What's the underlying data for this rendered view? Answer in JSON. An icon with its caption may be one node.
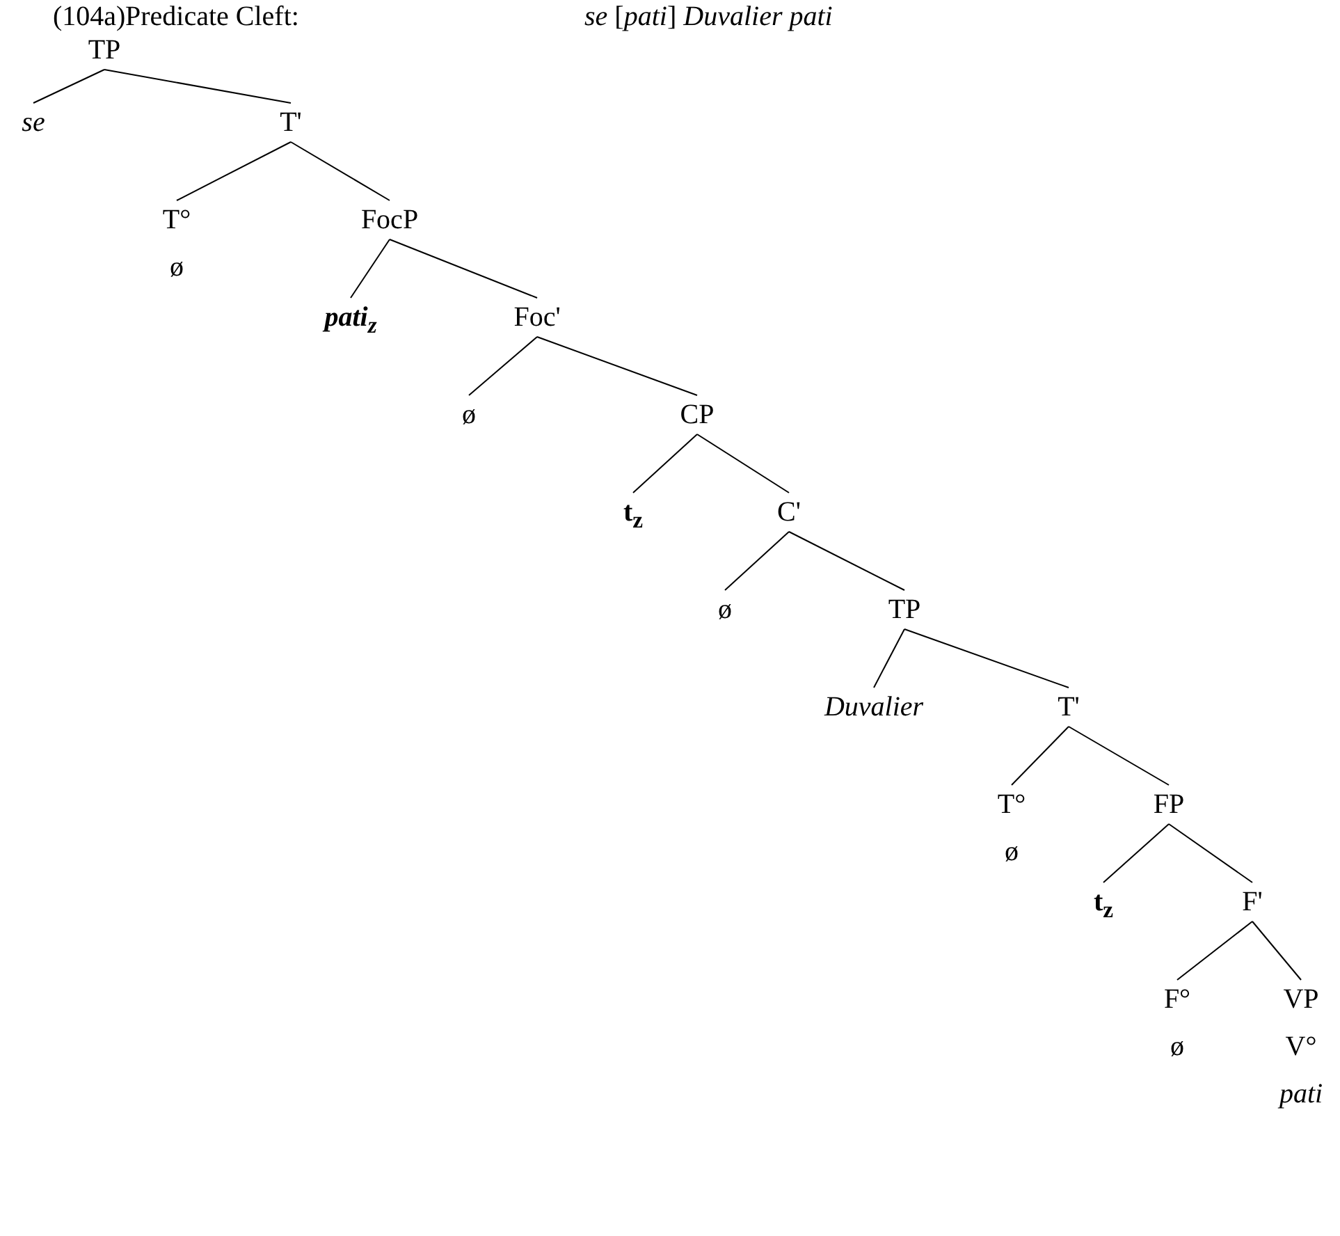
{
  "diagram": {
    "title": "Predicate Cleft:",
    "nodes": [
      {
        "text": [
          "TP"
        ]
      },
      {
        "text": [
          "se"
        ]
      },
      {
        "text": [
          "T'"
        ]
      },
      {
        "text": [
          "T°",
          "ø"
        ]
      },
      {
        "text": [
          "FocP"
        ]
      },
      {
        "text": [
          "*pati*$_{z}$"
        ]
      },
      {
        "text": [
          "Foc'"
        ]
      },
      {
        "text": [
          "ø"
        ]
      },
      {
        "text": [
          "CP"
        ]
      },
      {
        "text": [
          "t$_{z}$"
        ]
      },
      {
        "text": [
          "C'"
        ]
      },
      {
        "text": [
          "ø"
        ]
      },
      {
        "text": [
          "TP"
        ]
      },
      {
        "text": [
          "Duvalier"
        ]
      },
      {
        "text": [
          "T'"
        ]
      },
      {
        "text": [
          "T°",
          "ø"
        ]
      },
      {
        "text": [
          "FP"
        ]
      },
      {
        "text": [
          "t$_{z}$"
        ]
      },
      {
        "text": [
          "F'"
        ]
      },
      {
        "text": [
          "F°",
          "ø"
        ]
      },
      {
        "text": [
          "VP",
          "V°",
          "pati"
        ]
      }
    ],
    "edges": [
      {
        "from": 0,
        "to": 1,
        "arrow": "none"
      },
      {
        "from": 0,
        "to": 2,
        "arrow": "none"
      },
      {
        "from": 2,
        "to": 3,
        "arrow": "none"
      },
      {
        "from": 2,
        "to": 4,
        "arrow": "none"
      },
      {
        "from": 4,
        "to": 5,
        "arrow": "none"
      },
      {
        "from": 4,
        "to": 6,
        "arrow": "none"
      },
      {
        "from": 6,
        "to": 7,
        "arrow": "none"
      },
      {
        "from": 6,
        "to": 8,
        "arrow": "none"
      },
      {
        "from": 8,
        "to": 9,
        "arrow": "none"
      },
      {
        "from": 8,
        "to": 10,
        "arrow": "none"
      },
      {
        "from": 10,
        "to": 11,
        "arrow": "none"
      },
      {
        "from": 10,
        "to": 12,
        "arrow": "none"
      },
      {
        "from": 12,
        "to": 13,
        "arrow": "none"
      },
      {
        "from": 12,
        "to": 14,
        "arrow": "none"
      },
      {
        "from": 14,
        "to": 15,
        "arrow": "none"
      },
      {
        "from": 14,
        "to": 16,
        "arrow": "none"
      },
      {
        "from": 16,
        "to": 17,
        "arrow": "none"
      },
      {
        "from": 16,
        "to": 18,
        "arrow": "none"
      },
      {
        "from": 18,
        "to": 19,
        "arrow": "none"
      },
      {
        "from": 18,
        "to": 20,
        "arrow": "none"
      }
    ],
    "labels": [
      "(104a)",
      "*se* [*pati*] *Duvalier pati*"
    ]
  }
}
